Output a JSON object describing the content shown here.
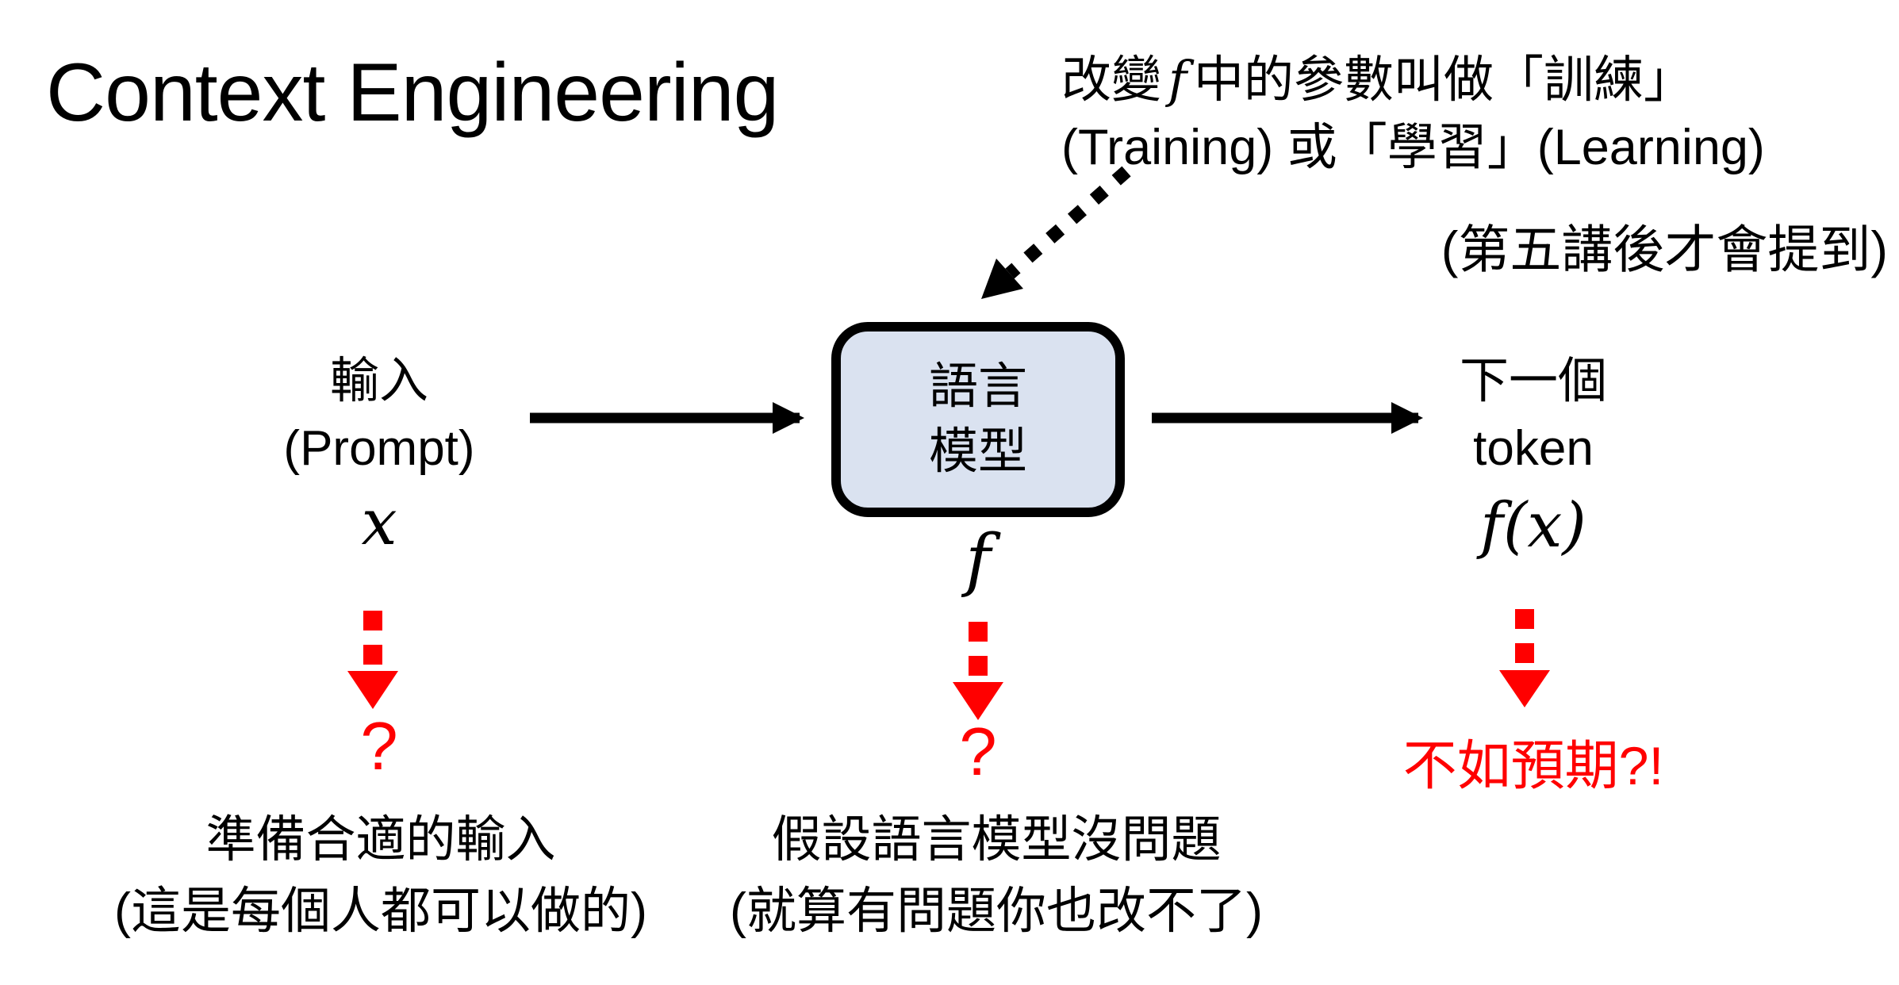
{
  "title": "Context Engineering",
  "colors": {
    "background": "#ffffff",
    "text": "#000000",
    "red_accent": "#ff0000",
    "box_fill": "#dae2f0",
    "box_border": "#000000"
  },
  "training_note": {
    "line1_prefix": "改變",
    "line1_math": "f",
    "line1_suffix": "中的參數叫做「訓練」",
    "line2": "(Training) 或「學習」(Learning)",
    "line3": "(第五講後才會提到)"
  },
  "input": {
    "label": "輸入",
    "sublabel": "(Prompt)",
    "math": "x",
    "question": "?",
    "caption_line1": "準備合適的輸入",
    "caption_line2": "(這是每個人都可以做的)"
  },
  "model": {
    "label_line1": "語言",
    "label_line2": "模型",
    "math": "f",
    "question": "?",
    "caption_line1": "假設語言模型沒問題",
    "caption_line2": "(就算有問題你也改不了)"
  },
  "output": {
    "label_line1": "下一個",
    "label_line2": "token",
    "math": "f(x)",
    "result": "不如預期?!"
  }
}
